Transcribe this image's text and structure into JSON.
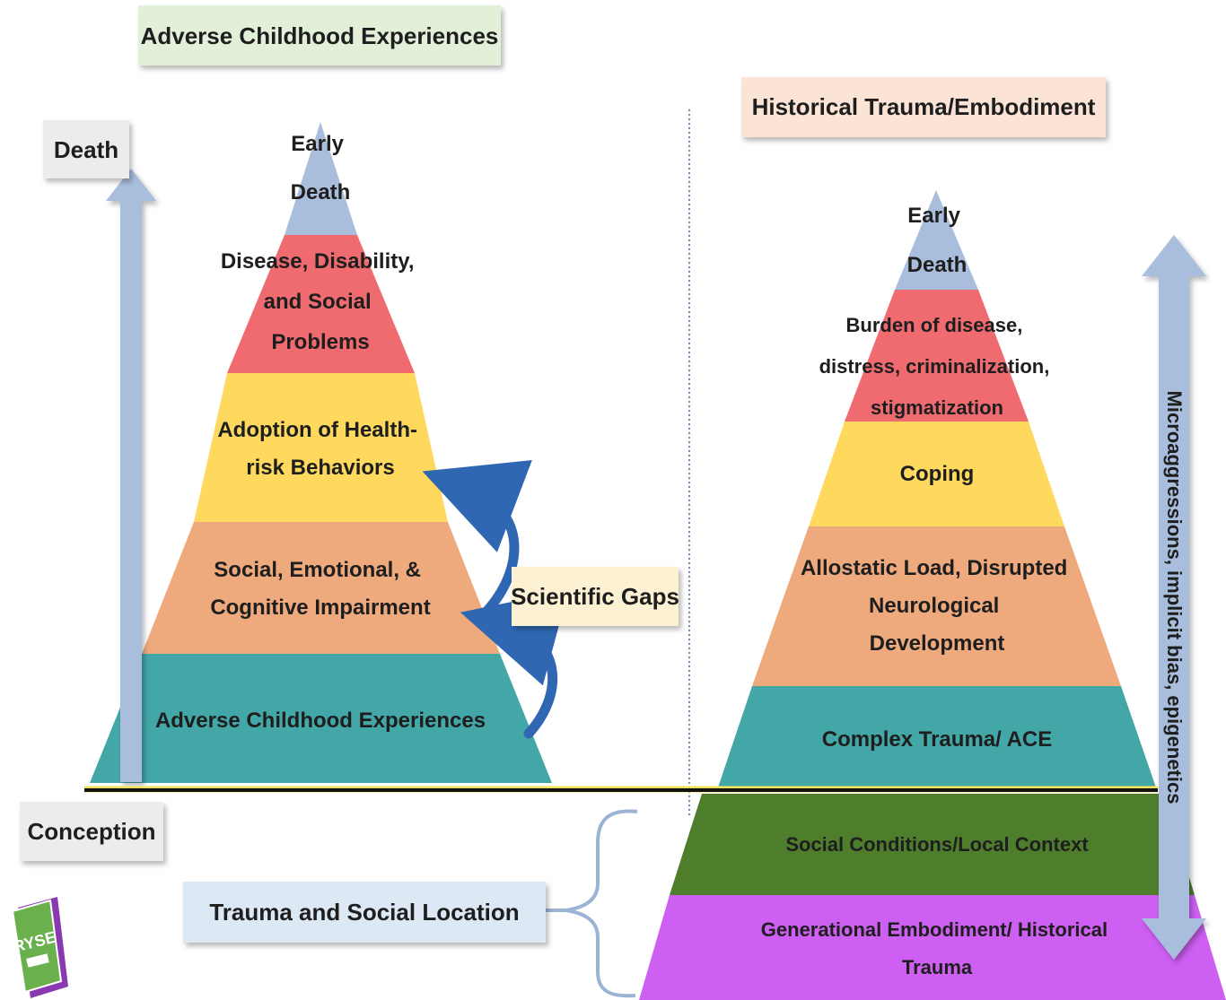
{
  "left_pyramid": {
    "title": "Adverse Childhood Experiences",
    "tiers": [
      {
        "lines": [
          "Adverse Childhood Experiences"
        ],
        "color": "#43a7a8"
      },
      {
        "lines": [
          "Social, Emotional, &",
          "Cognitive Impairment"
        ],
        "color": "#eeaa7d"
      },
      {
        "lines": [
          "Adoption of Health-",
          "risk Behaviors"
        ],
        "color": "#fed95e"
      },
      {
        "lines": [
          "Disease, Disability,",
          "and Social",
          "Problems"
        ],
        "color": "#f06b70"
      },
      {
        "lines": [
          "Early",
          "Death"
        ],
        "color": "#a9bedc"
      }
    ]
  },
  "right_pyramid": {
    "title": "Historical Trauma/Embodiment",
    "tiers": [
      {
        "lines": [
          "Generational Embodiment/ Historical",
          "Trauma"
        ],
        "color": "#cd5ff2"
      },
      {
        "lines": [
          "Social Conditions/Local Context"
        ],
        "color": "#4e7d2c"
      },
      {
        "lines": [
          "Complex Trauma/ ACE"
        ],
        "color": "#43a7a8"
      },
      {
        "lines": [
          "Allostatic Load, Disrupted",
          "Neurological",
          "Development"
        ],
        "color": "#eeaa7d"
      },
      {
        "lines": [
          "Coping"
        ],
        "color": "#fed95e"
      },
      {
        "lines": [
          "Burden of disease,",
          "distress, criminalization,",
          "stigmatization"
        ],
        "color": "#f06b70"
      },
      {
        "lines": [
          "Early",
          "Death"
        ],
        "color": "#a9bedc"
      }
    ]
  },
  "labels": {
    "death": "Death",
    "conception": "Conception",
    "scientific_gaps": "Scientific Gaps",
    "trauma_social_location": "Trauma and Social Location",
    "side_arrow": "Microaggressions, implicit bias, epigenetics"
  },
  "logo": {
    "text": "RYSE"
  },
  "colors": {
    "title_left_bg": "#e2efd9",
    "title_right_bg": "#fbe4d5",
    "gray_box_bg": "#ececec",
    "gaps_bg": "#fdf1d4",
    "trauma_box_bg": "#dde8f5",
    "arrow_blue": "#a9bedc",
    "curved_arrow": "#2f67b3",
    "baseline": "#111111",
    "baseline_glow": "#f2e35a",
    "divider": "#3a62b0"
  }
}
